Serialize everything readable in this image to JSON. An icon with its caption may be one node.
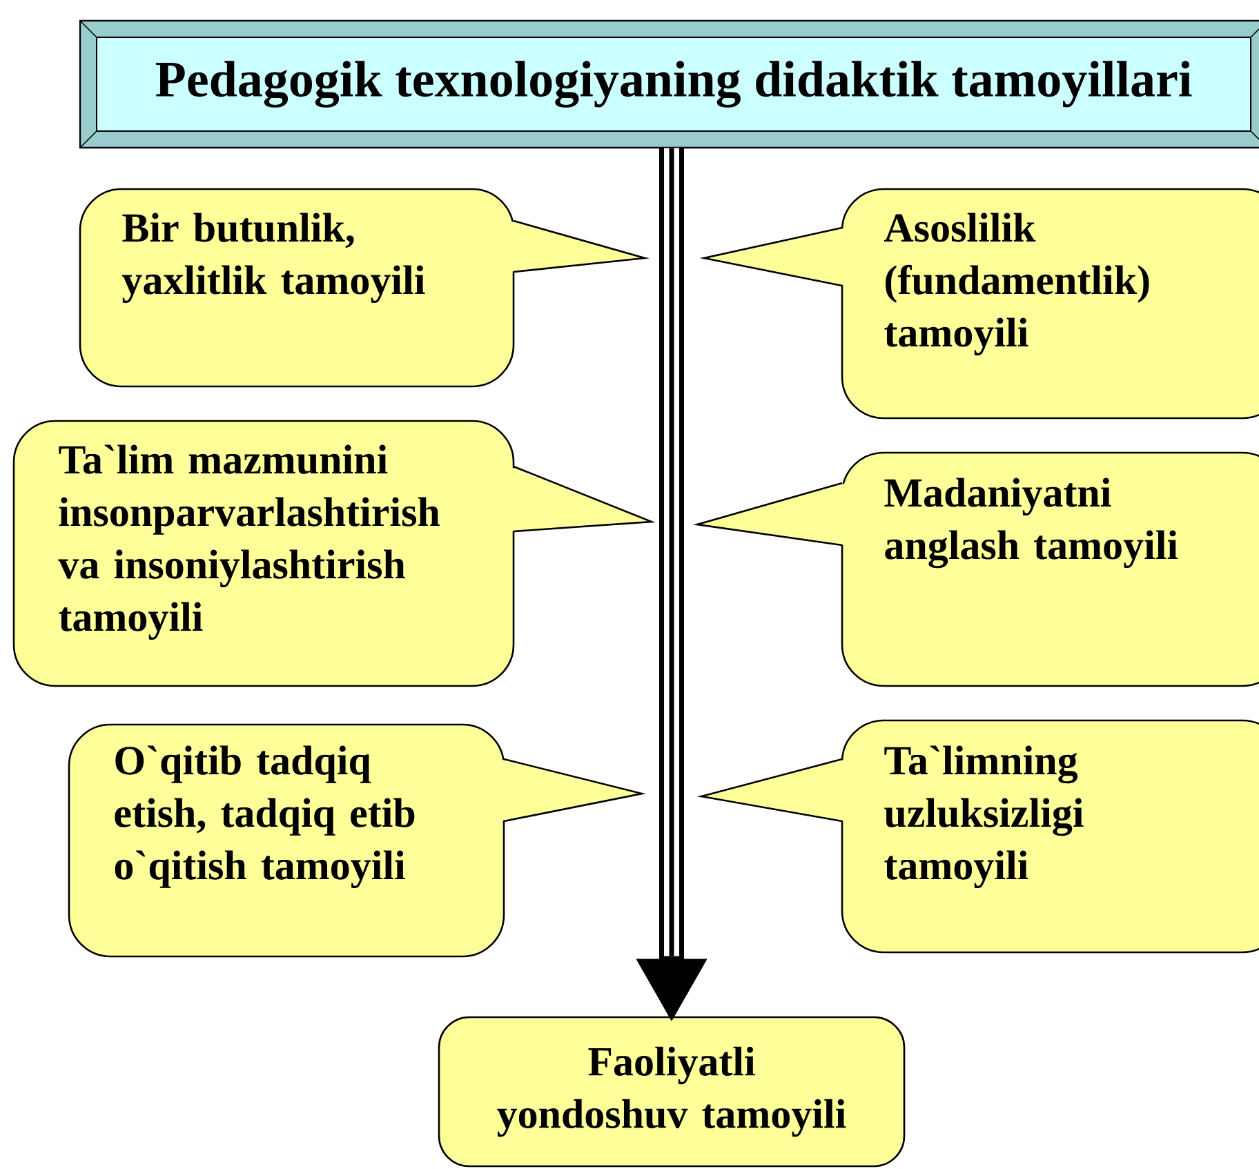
{
  "diagram": {
    "nodes": [
      {
        "text": [
          "Pedagogik texnologiyaning  didaktik tamoyillari"
        ]
      },
      {
        "text": [
          "Bir butunlik, yaxlitlik tamoyili"
        ]
      },
      {
        "text": [
          "Asoslilik (fundamentlik) tamoyili"
        ]
      },
      {
        "text": [
          "Ta`lim mazmunini insonparvarlashtirish va insoniylashtirish tamoyili"
        ]
      },
      {
        "text": [
          "Madaniyatni anglash tamoyili"
        ]
      },
      {
        "text": [
          "O`qitib tadqiq etish, tadqiq etib o`qitish tamoyili"
        ]
      },
      {
        "text": [
          "Ta`limning uzluksizligi tamoyili"
        ]
      },
      {
        "text": [
          "Faoliyatli yondoshuv tamoyili"
        ]
      }
    ],
    "edges": [
      {
        "from": 0,
        "to": 7,
        "arrow": "to"
      }
    ]
  }
}
